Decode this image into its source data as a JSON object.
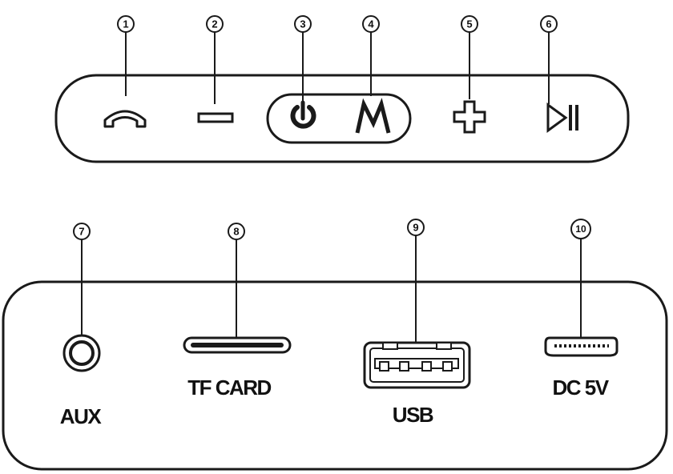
{
  "callouts": [
    "1",
    "2",
    "3",
    "4",
    "5",
    "6",
    "7",
    "8",
    "9",
    "10"
  ],
  "button_panel": {
    "buttons": [
      {
        "number": "1",
        "icon": "phone-handset-icon"
      },
      {
        "number": "2",
        "icon": "minus-icon"
      },
      {
        "number": "3",
        "icon": "power-icon"
      },
      {
        "number": "4",
        "icon": "mode-m-icon",
        "text": "M"
      },
      {
        "number": "5",
        "icon": "plus-icon"
      },
      {
        "number": "6",
        "icon": "play-pause-icon"
      }
    ]
  },
  "port_panel": {
    "ports": [
      {
        "number": "7",
        "label": "AUX",
        "icon": "aux-jack-icon"
      },
      {
        "number": "8",
        "label": "TF CARD",
        "icon": "tf-card-slot-icon"
      },
      {
        "number": "9",
        "label": "USB",
        "icon": "usb-port-icon"
      },
      {
        "number": "10",
        "label": "DC 5V",
        "icon": "micro-usb-port-icon"
      }
    ]
  },
  "colors": {
    "stroke": "#1a1a1a",
    "background": "#ffffff"
  }
}
